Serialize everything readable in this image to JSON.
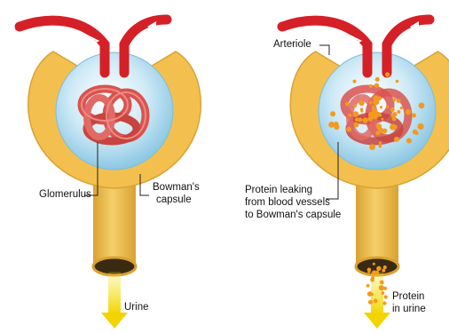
{
  "colors": {
    "capsule": "#f3c04f",
    "capsule_edge": "#d9a233",
    "tube_inner": "#3a2a12",
    "vessel": "#d62027",
    "glomerulus": "#d9534f",
    "glomerulus_light": "#ee8a84",
    "sphere": "#bfe3f3",
    "protein": "#f29a1f",
    "urine_arrow": "#f5e626",
    "label_line": "#222222"
  },
  "icons": {
    "flow_arrow": "white-arrow-in-vessel",
    "urine": "yellow-down-arrow",
    "protein": "orange-dots"
  },
  "panels": {
    "left": {
      "glomerulus_label": "Glomerulus",
      "capsule_label_1": "Bowman's",
      "capsule_label_2": "capsule",
      "urine_label": "Urine"
    },
    "right": {
      "arteriole_label": "Arteriole",
      "leak_label_1": "Protein leaking",
      "leak_label_2": "from blood vessels",
      "leak_label_3": "to Bowman's capsule",
      "protein_label_1": "Protein",
      "protein_label_2": "in urine"
    }
  }
}
